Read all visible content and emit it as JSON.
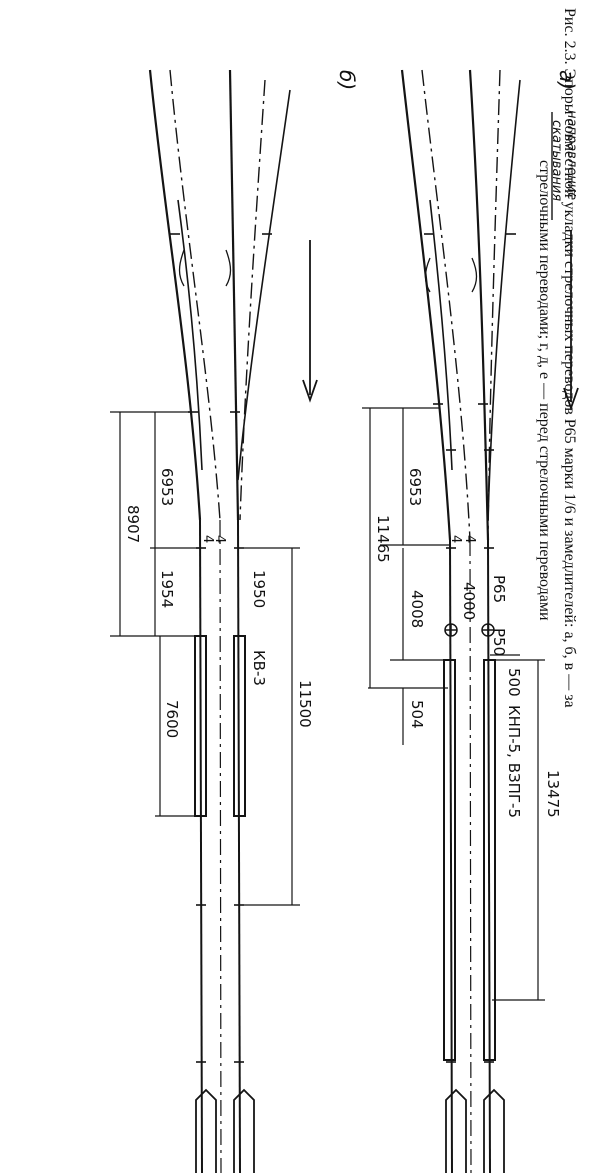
{
  "figure": {
    "caption_line1": "Рис. 2.3. Эпоры совместной укладки стрелочных переводов Р65 марки 1/6 и замедлителей: а, б, в — за",
    "caption_line2": "стрелочными переводами; г, д, е — перед стрелочными переводами"
  },
  "panel_a": {
    "label": "а)",
    "direction_line1": "направление",
    "direction_line2": "скатывания",
    "dims": {
      "d6953": "6953",
      "d11465": "11465",
      "d4": "4",
      "d4000": "4000",
      "d4008": "4008",
      "d504": "504",
      "d500": "500",
      "d13475": "13475"
    },
    "rail_p65": "Р65",
    "rail_p50": "Р50",
    "retarder": "КНП-5, ВЗПГ-5"
  },
  "panel_b": {
    "label": "б)",
    "dims": {
      "d6953": "6953",
      "d8907": "8907",
      "d1954": "1954",
      "d1950": "1950",
      "d7600": "7600",
      "d11500": "11500",
      "d4": "4"
    },
    "retarder": "КВ-3"
  }
}
